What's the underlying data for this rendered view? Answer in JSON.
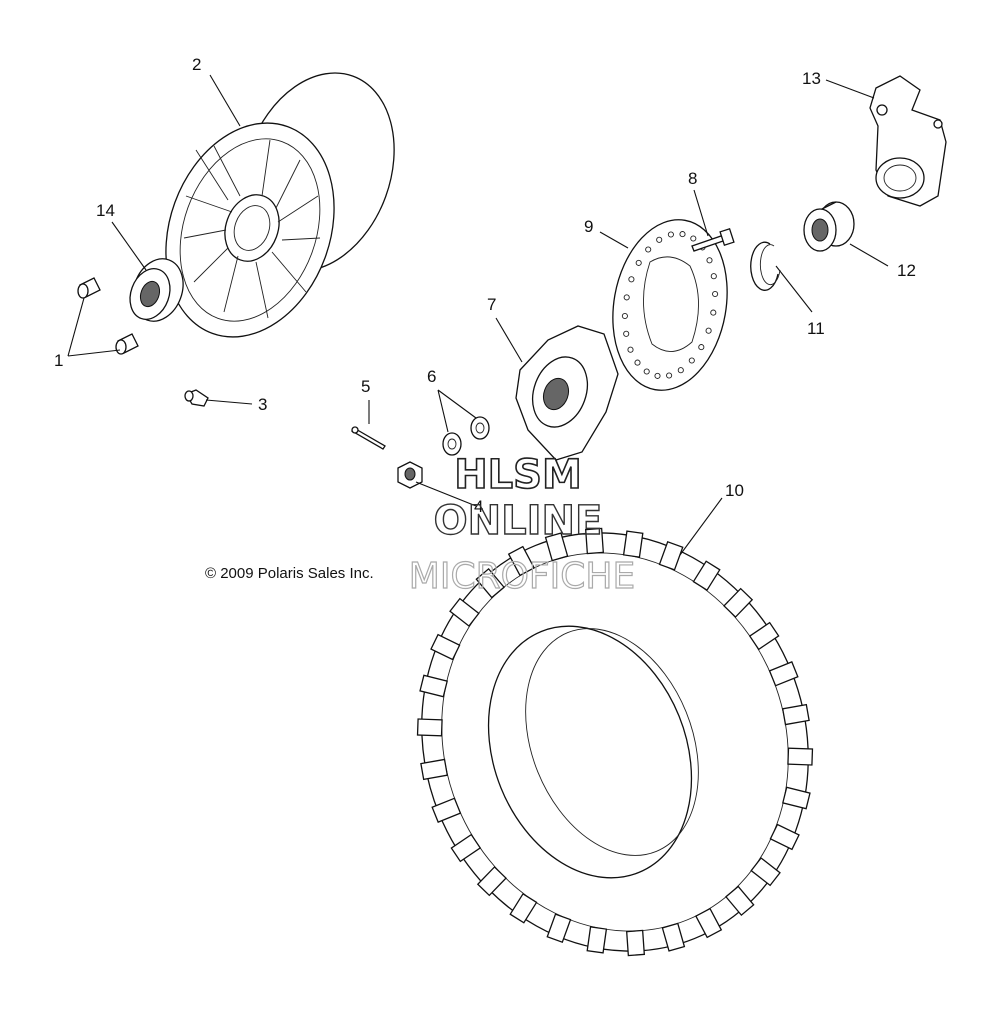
{
  "labels": [
    "1",
    "2",
    "3",
    "4",
    "5",
    "6",
    "7",
    "8",
    "9",
    "10",
    "11",
    "12",
    "13",
    "14"
  ],
  "copyright": "© 2009 Polaris Sales Inc.",
  "watermark": {
    "line1": "HLSM",
    "line2": "ONLINE",
    "line3": "MICROFICHE"
  }
}
